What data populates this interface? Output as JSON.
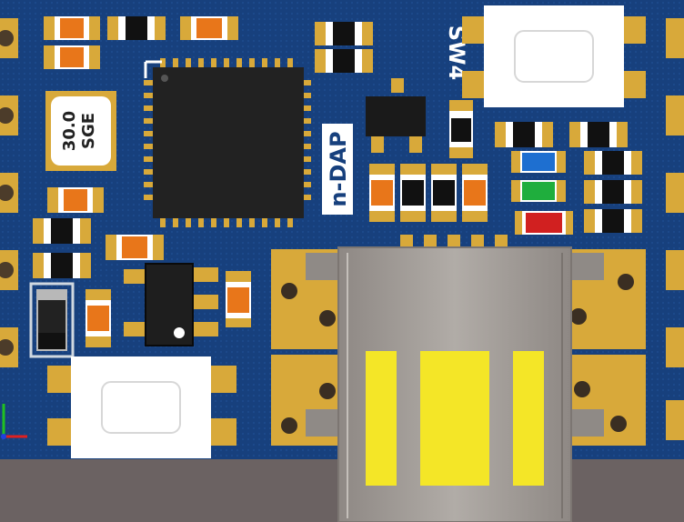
{
  "board": {
    "crystal_label_line1": "30.0",
    "crystal_label_line2": "SGE",
    "silkscreen_brand": "n-DAP",
    "silkscreen_switch": "SW4"
  },
  "colors": {
    "pcb": "#17407d",
    "pad": "#d8a93a",
    "chip": "#1e1e1e",
    "switch_body": "#ffffff",
    "usb_shell": "#a39d98",
    "usb_contacts": "#f4e627",
    "led_blue": "#1e6fd0",
    "led_green": "#1fae3d",
    "led_red": "#d12020"
  }
}
